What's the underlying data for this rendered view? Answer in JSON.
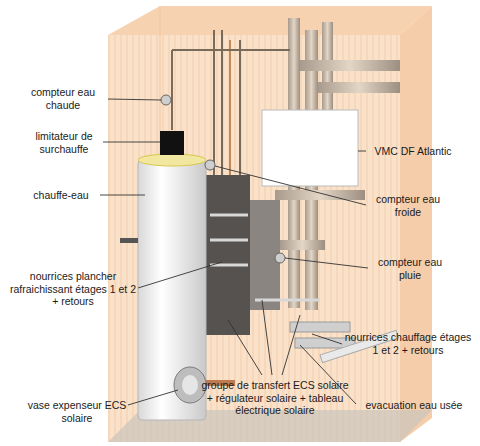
{
  "diagram": {
    "labels": [
      "compteur eau chaude",
      "limitateur de surchauffe",
      "chauffe-eau",
      "nourrices plancher rafraichissant étages 1 et 2 + retours",
      "vase expenseur ECS solaire",
      "VMC DF Atlantic",
      "compteur eau froide",
      "compteur eau pluie",
      "nourrices chauffage étages 1 et 2 + retours",
      "groupe de transfert ECS solaire + régulateur solaire + tableau électrique solaire",
      "evacuation eau usée"
    ]
  }
}
